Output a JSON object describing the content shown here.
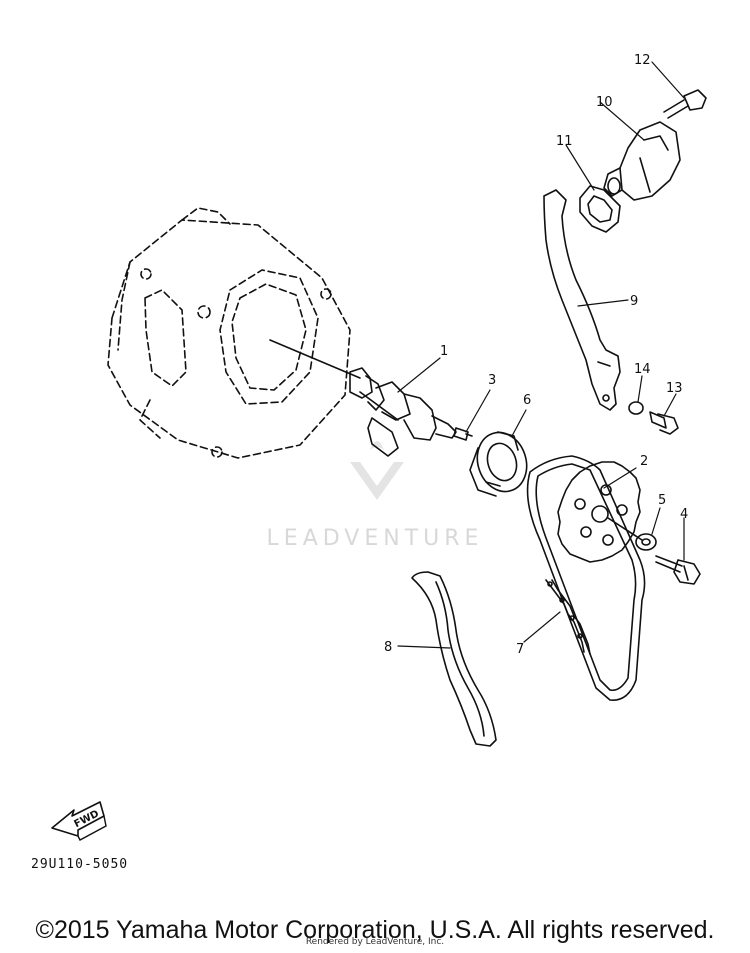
{
  "watermark": {
    "text": "LEADVENTURE"
  },
  "parts": {
    "p1": "1",
    "p2": "2",
    "p3": "3",
    "p4": "4",
    "p5": "5",
    "p6": "6",
    "p7": "7",
    "p8": "8",
    "p9": "9",
    "p10": "10",
    "p11": "11",
    "p12": "12",
    "p13": "13",
    "p14": "14"
  },
  "fwd_arrow": {
    "label": "FWD"
  },
  "diagram_code": "29U110-5050",
  "footer": {
    "copyright": "©2015 Yamaha Motor Corporation, U.S.A. All rights reserved.",
    "rendered_by": "Rendered by LeadVenture, Inc."
  },
  "colors": {
    "ink": "#111111",
    "watermark": "#d8d8d8"
  }
}
